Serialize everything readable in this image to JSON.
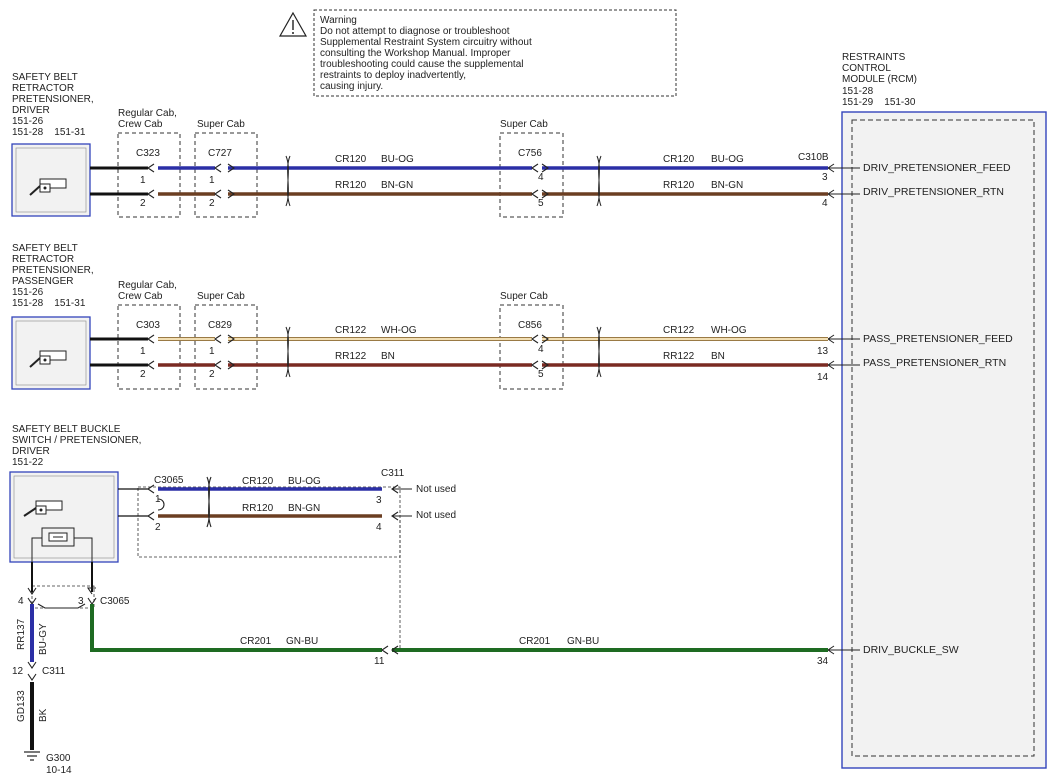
{
  "warning": {
    "lines": [
      "Warning",
      "Do not attempt to diagnose or troubleshoot",
      "Supplemental Restraint System circuitry without",
      "consulting the Workshop Manual. Improper",
      "troubleshooting could cause the supplemental",
      "restraints to deploy inadvertently,",
      "causing injury."
    ]
  },
  "rcm": {
    "title_lines": [
      "RESTRAINTS",
      "CONTROL",
      "MODULE (RCM)"
    ],
    "refs": [
      "151-28",
      "151-29    151-30"
    ],
    "connector": "C310B",
    "pins": [
      {
        "num": "3",
        "signal": "DRIV_PRETENSIONER_FEED"
      },
      {
        "num": "4",
        "signal": "DRIV_PRETENSIONER_RTN"
      },
      {
        "num": "13",
        "signal": "PASS_PRETENSIONER_FEED"
      },
      {
        "num": "14",
        "signal": "PASS_PRETENSIONER_RTN"
      },
      {
        "num": "34",
        "signal": "DRIV_BUCKLE_SW"
      }
    ]
  },
  "driver_pretensioner": {
    "title_lines": [
      "SAFETY BELT",
      "RETRACTOR",
      "PRETENSIONER,",
      "DRIVER"
    ],
    "refs": [
      "151-26",
      "151-28    151-31"
    ],
    "cab_labels": [
      "Regular Cab,",
      "Crew Cab",
      "Super Cab",
      "Super Cab"
    ],
    "connectors": [
      "C323",
      "C727",
      "C756"
    ],
    "pins": [
      "1",
      "2",
      "1",
      "2",
      "4",
      "5"
    ],
    "wires": [
      {
        "circuit": "CR120",
        "color": "BU-OG",
        "color2": "CR120",
        "colorb": "BU-OG"
      },
      {
        "circuit": "RR120",
        "color": "BN-GN",
        "color2": "RR120",
        "colorb": "BN-GN"
      }
    ]
  },
  "passenger_pretensioner": {
    "title_lines": [
      "SAFETY BELT",
      "RETRACTOR",
      "PRETENSIONER,",
      "PASSENGER"
    ],
    "refs": [
      "151-26",
      "151-28    151-31"
    ],
    "cab_labels": [
      "Regular Cab,",
      "Crew Cab",
      "Super Cab",
      "Super Cab"
    ],
    "connectors": [
      "C303",
      "C829",
      "C856"
    ],
    "pins": [
      "1",
      "2",
      "1",
      "2",
      "4",
      "5"
    ],
    "wires": [
      {
        "circuit": "CR122",
        "color": "WH-OG",
        "color2": "CR122",
        "colorb": "WH-OG"
      },
      {
        "circuit": "RR122",
        "color": "BN",
        "color2": "RR122",
        "colorb": "BN"
      }
    ]
  },
  "buckle": {
    "title_lines": [
      "SAFETY BELT BUCKLE",
      "SWITCH / PRETENSIONER,",
      "DRIVER"
    ],
    "refs": [
      "151-22"
    ],
    "connector_a": "C3065",
    "connector_b": "C311",
    "pins": [
      "1",
      "2",
      "3",
      "4"
    ],
    "not_used": "Not used",
    "wires": [
      {
        "circuit": "CR120",
        "color": "BU-OG"
      },
      {
        "circuit": "RR120",
        "color": "BN-GN"
      }
    ],
    "switch_pins": [
      "4",
      "3"
    ],
    "switch_connector": "C3065",
    "vertical_wire": {
      "circuit": "RR137",
      "color": "BU-GY"
    },
    "c311_pin": "12",
    "c311_label": "C311",
    "ground_wire": {
      "circuit": "GD133",
      "color": "BK"
    },
    "ground": "G300",
    "ground_ref": "10-14",
    "sw_wire": {
      "circuit": "CR201",
      "color": "GN-BU",
      "circuit2": "CR201",
      "color2": "GN-BU"
    },
    "sw_pin_c311": "11"
  },
  "colors": {
    "blue": "#2b2fa6",
    "brown": "#6b3e22",
    "dark_red": "#7a2a22",
    "cream": "#f2dfb4",
    "green": "#1e6b22",
    "module_fill": "#f2f2f2",
    "module_border": "#3344bb"
  }
}
